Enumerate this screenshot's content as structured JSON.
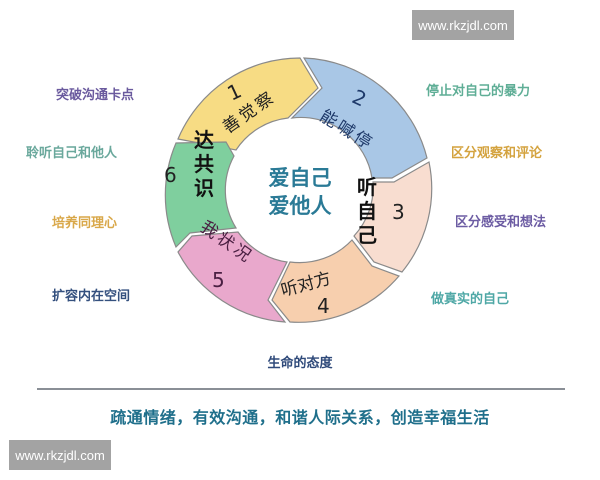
{
  "watermarks": {
    "top_right": "www.rkzjdl.com",
    "bottom_left": "www.rkzjdl.com"
  },
  "center": {
    "line1": "爱自己",
    "line2": "爱他人",
    "color": "#2a7a96"
  },
  "segments": [
    {
      "number": "1",
      "text": [
        "善",
        "觉",
        "察"
      ],
      "color": "#f7dc84"
    },
    {
      "number": "2",
      "text": [
        "能",
        "喊",
        "停"
      ],
      "color": "#a9c7e6"
    },
    {
      "number": "3",
      "text": [
        "听",
        "自",
        "己"
      ],
      "color": "#f8ddd0"
    },
    {
      "number": "4",
      "text": [
        "听对方"
      ],
      "color": "#f7cfae"
    },
    {
      "number": "5",
      "text": [
        "我",
        "状",
        "况"
      ],
      "color": "#e9a8cc"
    },
    {
      "number": "6",
      "text": [
        "达",
        "共",
        "识"
      ],
      "color": "#7fcf9e"
    }
  ],
  "left_labels": [
    {
      "text": "突破沟通卡点",
      "color": "#6a5a9e"
    },
    {
      "text": "聆听自己和他人",
      "color": "#6aa89c"
    },
    {
      "text": "培养同理心",
      "color": "#d9a84a"
    },
    {
      "text": "扩容内在空间",
      "color": "#34507e"
    }
  ],
  "right_labels": [
    {
      "text": "停止对自己的暴力",
      "color": "#5fae96"
    },
    {
      "text": "区分观察和评论",
      "color": "#d4a33f"
    },
    {
      "text": "区分感受和想法",
      "color": "#6c5ca3"
    },
    {
      "text": "做真实的自己",
      "color": "#4fa8a6"
    }
  ],
  "bottom_label": "生命的态度",
  "slogan": "疏通情绪，有效沟通，和谐人际关系，创造幸福生活"
}
